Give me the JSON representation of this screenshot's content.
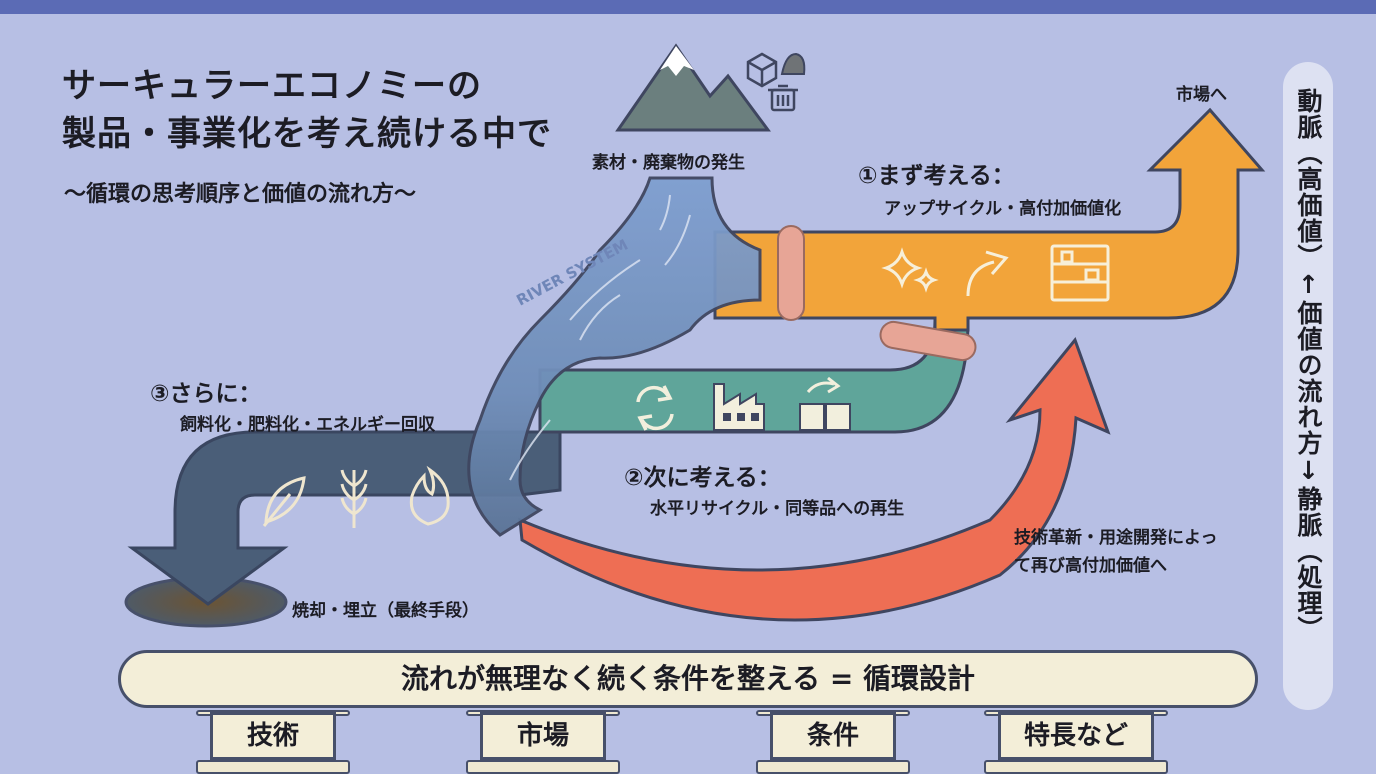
{
  "header": {
    "title_line1": "サーキュラーエコノミーの",
    "title_line2": "製品・事業化を考え続ける中で",
    "subtitle": "〜循環の思考順序と価値の流れ方〜"
  },
  "diagram": {
    "source_label": "素材・廃棄物の発生",
    "river_tag": "RIVER SYSTEM",
    "market_label": "市場へ",
    "step1_title": "①まず考える：",
    "step1_desc": "アップサイクル・高付加価値化",
    "step2_title": "②次に考える：",
    "step2_desc": "水平リサイクル・同等品への再生",
    "step3_title": "③さらに：",
    "step3_desc": "飼料化・肥料化・エネルギー回収",
    "disposal_label": "焼却・埋立（最終手段）",
    "innovation_line1": "技術革新・用途開発によっ",
    "innovation_line2": "て再び高付加価値へ",
    "colors": {
      "upcycle": "#f2a43a",
      "recycle": "#5fa59a",
      "recovery": "#4a5e78",
      "innovation_arrow": "#ee6e54",
      "river": "#7f9fcf"
    }
  },
  "sidebar": {
    "text": "動脈（高価値）↑価値の流れ方↓静脈（処理）"
  },
  "foundation": {
    "banner": "流れが無理なく続く条件を整える = 循環設計",
    "pillars": [
      "技術",
      "市場",
      "条件",
      "特長など"
    ]
  }
}
